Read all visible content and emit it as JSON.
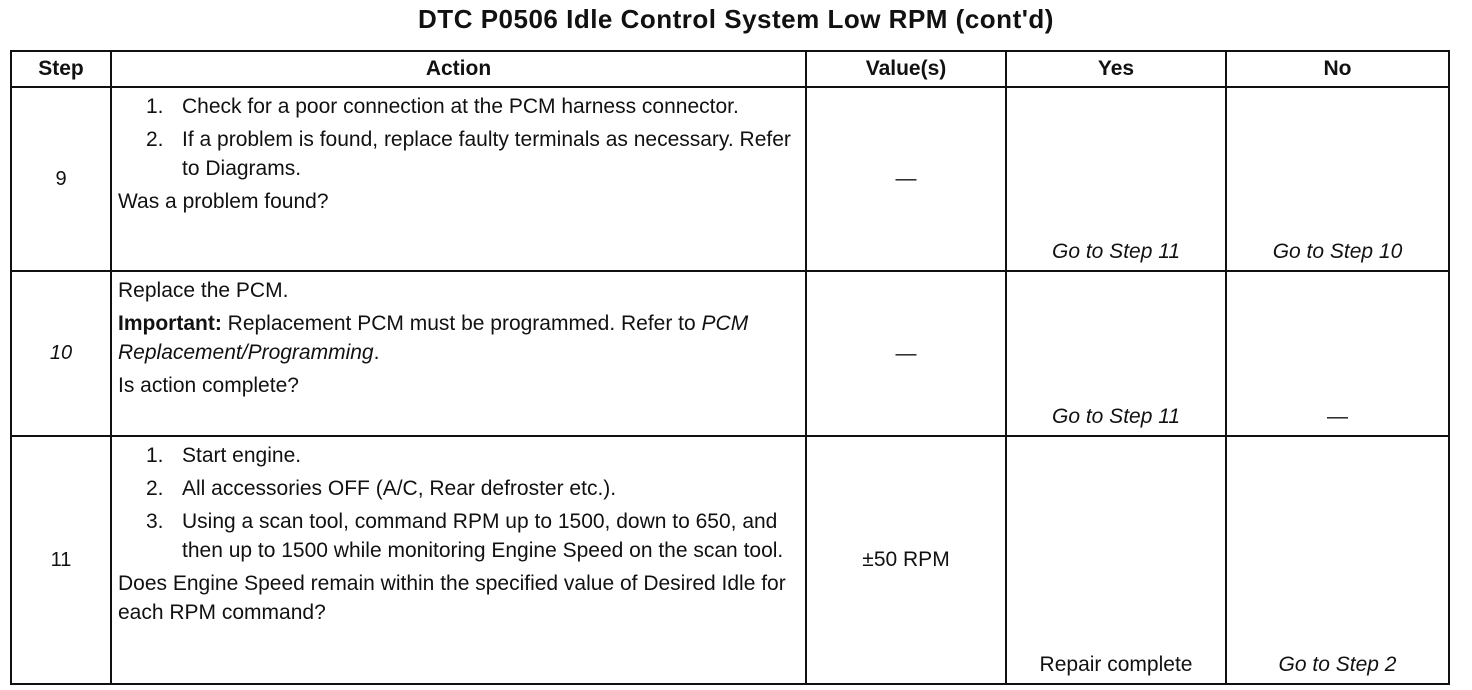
{
  "title": "DTC P0506 Idle Control System Low RPM (cont'd)",
  "columns": {
    "step": "Step",
    "action": "Action",
    "value": "Value(s)",
    "yes": "Yes",
    "no": "No"
  },
  "rows": [
    {
      "step": "9",
      "items": [
        {
          "num": "1.",
          "text": "Check for a poor connection at the PCM harness connector."
        },
        {
          "num": "2.",
          "text_before": "If a problem is found, replace faulty terminals as necessary. Refer to ",
          "ref": "Diagrams",
          "text_after": "."
        }
      ],
      "question": "Was a problem found?",
      "value": "—",
      "yes": "Go to Step 11",
      "no": "Go to Step 10"
    },
    {
      "step": "10",
      "intro": "Replace the PCM.",
      "important_label": "Important:",
      "important_text": " Replacement PCM must be programmed. Refer to ",
      "important_ref": "PCM Replacement/Programming",
      "important_end": ".",
      "question": "Is action complete?",
      "value": "—",
      "yes": "Go to Step 11",
      "no": "—"
    },
    {
      "step": "11",
      "items": [
        {
          "num": "1.",
          "text": "Start engine."
        },
        {
          "num": "2.",
          "text": "All accessories OFF (A/C, Rear defroster etc.)."
        },
        {
          "num": "3.",
          "text": "Using a scan tool, command RPM up to 1500, down to 650, and then up to 1500 while monitoring Engine Speed on the scan tool."
        }
      ],
      "question": "Does Engine Speed remain within the specified value of Desired Idle for each RPM command?",
      "value": "±50 RPM",
      "yes": "Repair complete",
      "no": "Go to Step 2"
    }
  ]
}
